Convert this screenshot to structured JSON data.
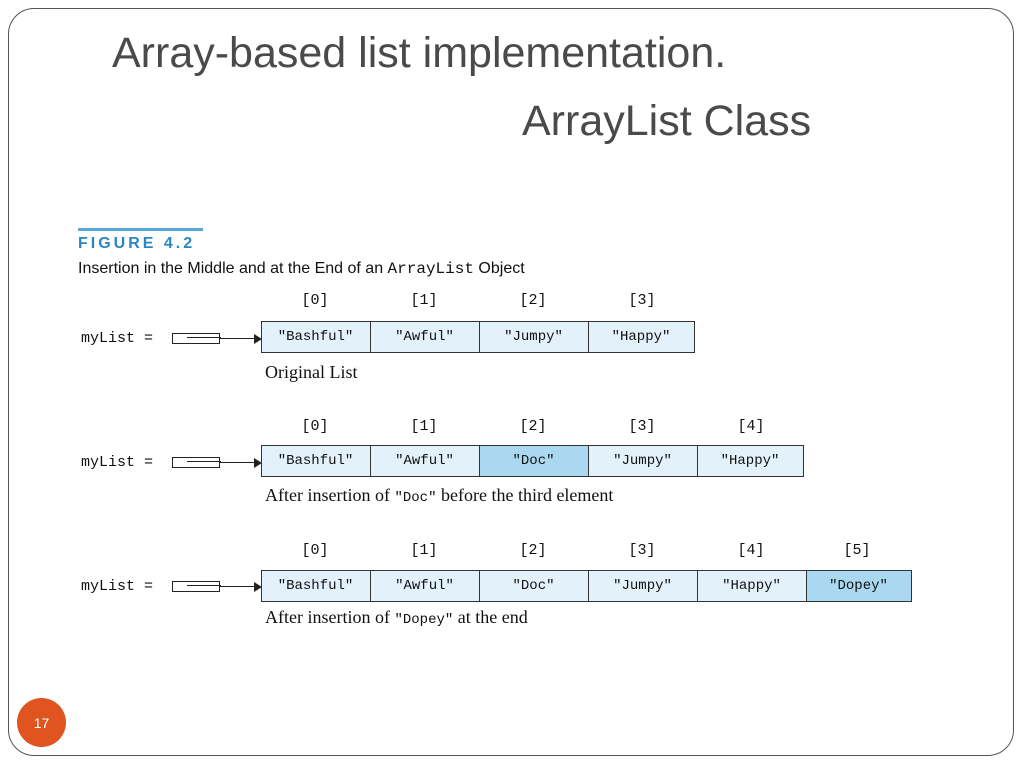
{
  "slide": {
    "title": "Array-based list implementation.",
    "subtitle": "ArrayList Class",
    "page_number": "17"
  },
  "figure": {
    "label": "FIGURE 4.2",
    "caption_prefix": "Insertion in the Middle and at the End of an ",
    "caption_code": "ArrayList",
    "caption_suffix": " Object",
    "var_label": "myList =",
    "indices": [
      "[0]",
      "[1]",
      "[2]",
      "[3]",
      "[4]",
      "[5]"
    ],
    "rows": [
      {
        "cells": [
          "\"Bashful\"",
          "\"Awful\"",
          "\"Jumpy\"",
          "\"Happy\""
        ],
        "highlight": [],
        "caption_parts": [
          "Original List",
          "",
          ""
        ]
      },
      {
        "cells": [
          "\"Bashful\"",
          "\"Awful\"",
          "\"Doc\"",
          "\"Jumpy\"",
          "\"Happy\""
        ],
        "highlight": [
          2
        ],
        "caption_parts": [
          "After insertion of ",
          "\"Doc\"",
          " before the third element"
        ]
      },
      {
        "cells": [
          "\"Bashful\"",
          "\"Awful\"",
          "\"Doc\"",
          "\"Jumpy\"",
          "\"Happy\"",
          "\"Dopey\""
        ],
        "highlight": [
          5
        ],
        "caption_parts": [
          "After insertion of ",
          "\"Dopey\"",
          " at the end"
        ]
      }
    ]
  },
  "colors": {
    "cell_fill": "#e2f1fa",
    "cell_highlight": "#a9d8f0",
    "figure_label": "#2a86c4",
    "page_badge": "#e0541f"
  }
}
